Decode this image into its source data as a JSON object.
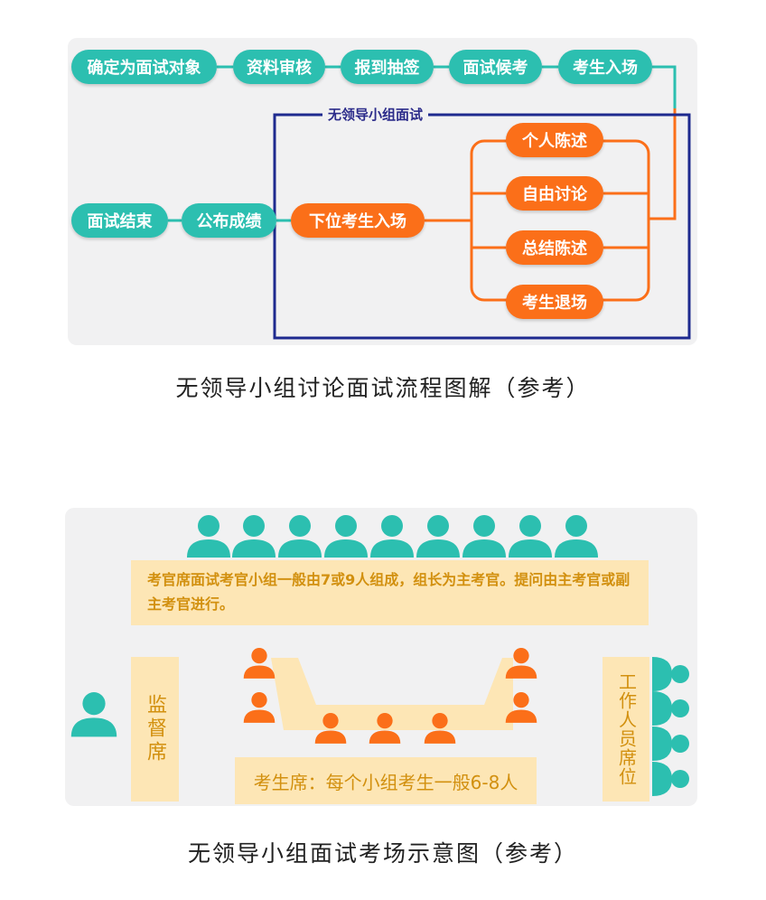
{
  "flowchart": {
    "steps_top": [
      "确定为面试对象",
      "资料审核",
      "报到抽签",
      "面试候考",
      "考生入场"
    ],
    "box_title": "无领导小组面试",
    "step_enter": "下位考生入场",
    "branches": [
      "个人陈述",
      "自由讨论",
      "总结陈述",
      "考生退场"
    ],
    "step_publish": "公布成绩",
    "step_end": "面试结束",
    "caption": "无领导小组讨论面试流程图解（参考）"
  },
  "layout_diagram": {
    "examiner_note": "考官席面试考官小组一般由7或9人组成，组长为主考官。提问由主考官或副主考官进行。",
    "supervisor_label": "监督席",
    "staff_label": "工作人员席位",
    "candidate_note": "考生席：每个小组考生一般6-8人",
    "caption": "无领导小组面试考场示意图（参考）",
    "examiner_count": 9,
    "candidate_count": 7,
    "staff_count": 4
  },
  "colors": {
    "teal": "#2cbfb0",
    "orange": "#fb6f19",
    "navy": "#1e2a8f",
    "note_bg": "#fde6b5",
    "note_text": "#d2900f"
  }
}
